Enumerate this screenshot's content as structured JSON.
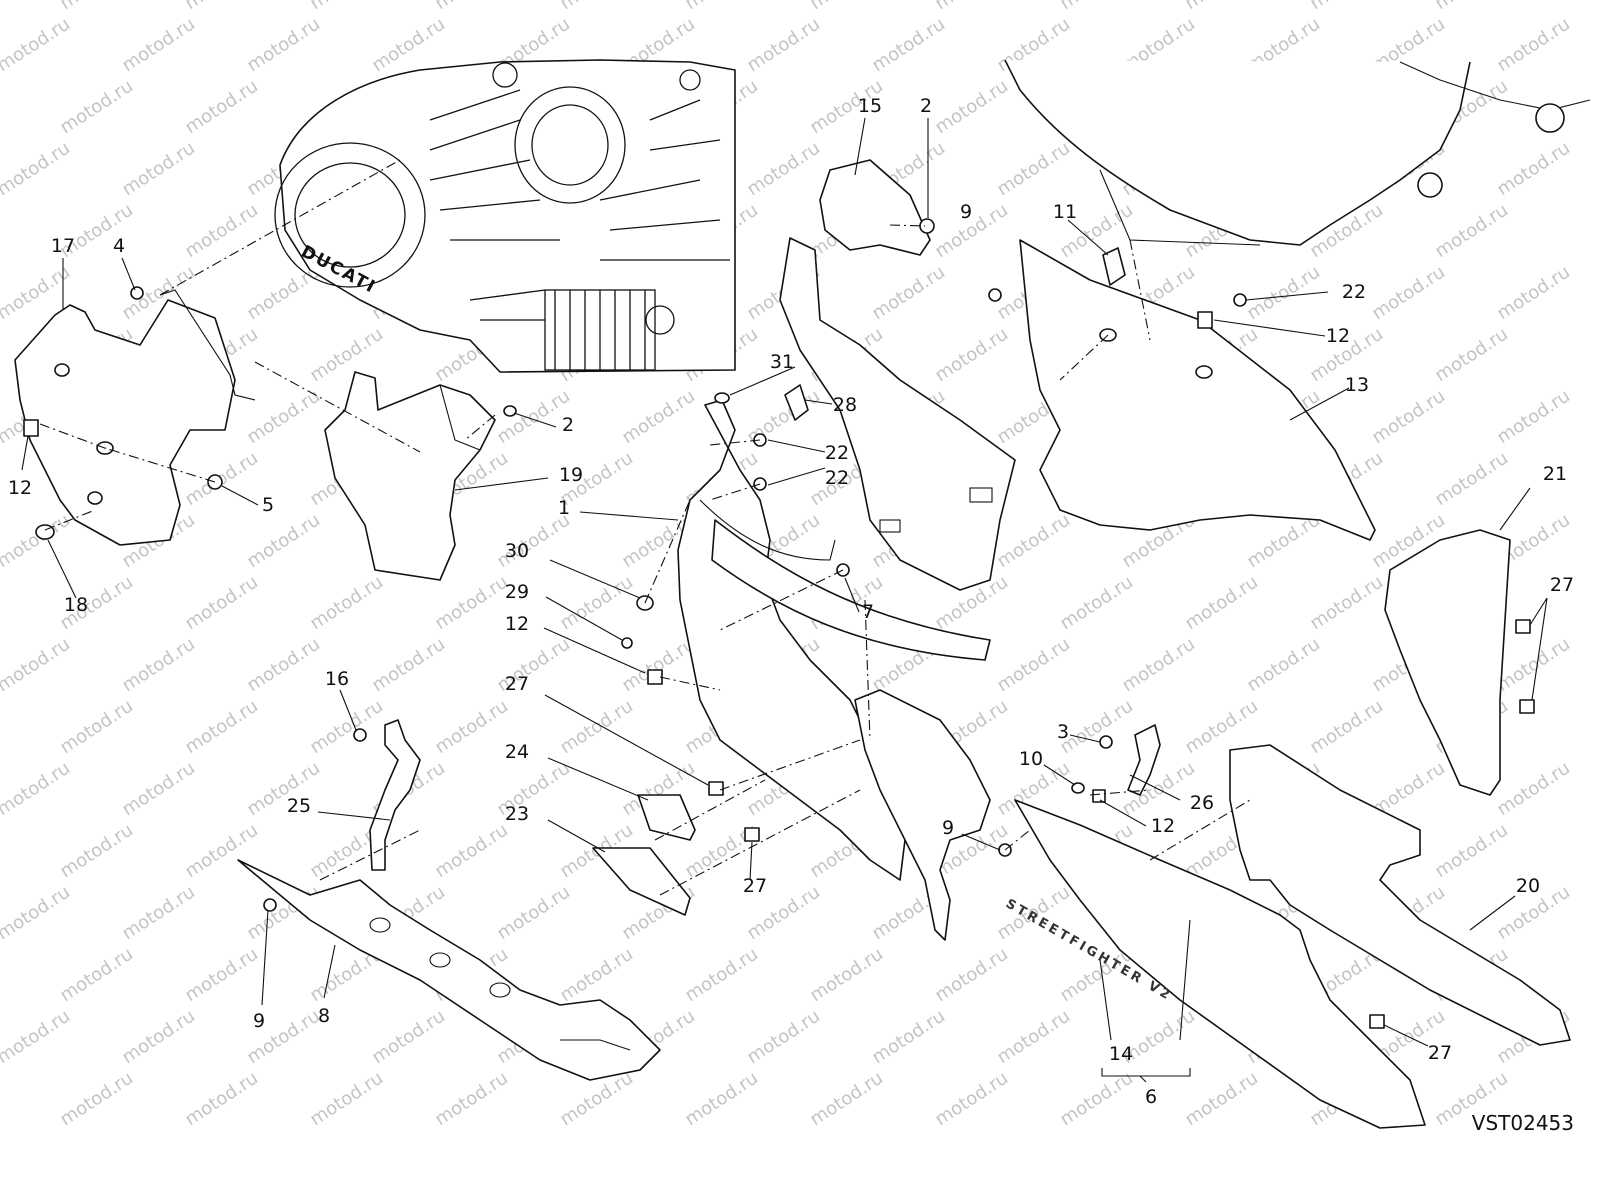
{
  "diagram": {
    "code": "VST02453",
    "watermark": "motod.ru",
    "engine_logo": "DUCATI",
    "decal_text": "STREETFIGHTER V2"
  },
  "callouts": [
    "17",
    "4",
    "12",
    "18",
    "5",
    "2",
    "19",
    "15",
    "2",
    "9",
    "11",
    "22",
    "12",
    "13",
    "31",
    "28",
    "22",
    "22",
    "1",
    "30",
    "29",
    "7",
    "12",
    "27",
    "24",
    "23",
    "27",
    "16",
    "25",
    "9",
    "8",
    "3",
    "10",
    "26",
    "12",
    "9",
    "14",
    "6",
    "21",
    "27",
    "20",
    "27"
  ]
}
